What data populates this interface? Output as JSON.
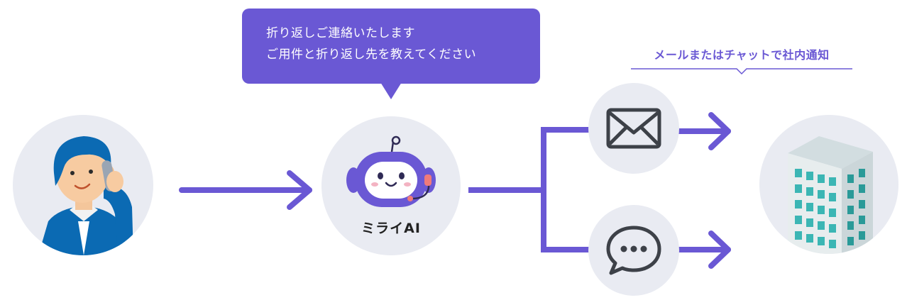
{
  "bubble": {
    "line1": "折り返しご連絡いたします",
    "line2": "ご用件と折り返し先を教えてください"
  },
  "notify_label": "メールまたはチャットで社内通知",
  "ai_name": "ミライAI",
  "colors": {
    "accent": "#6a58d4",
    "circle_bg": "#e9ebf2",
    "icon_dark": "#3d4148"
  },
  "icons": [
    "person-on-phone-icon",
    "ai-robot-icon",
    "mail-icon",
    "chat-icon",
    "office-building-icon"
  ]
}
